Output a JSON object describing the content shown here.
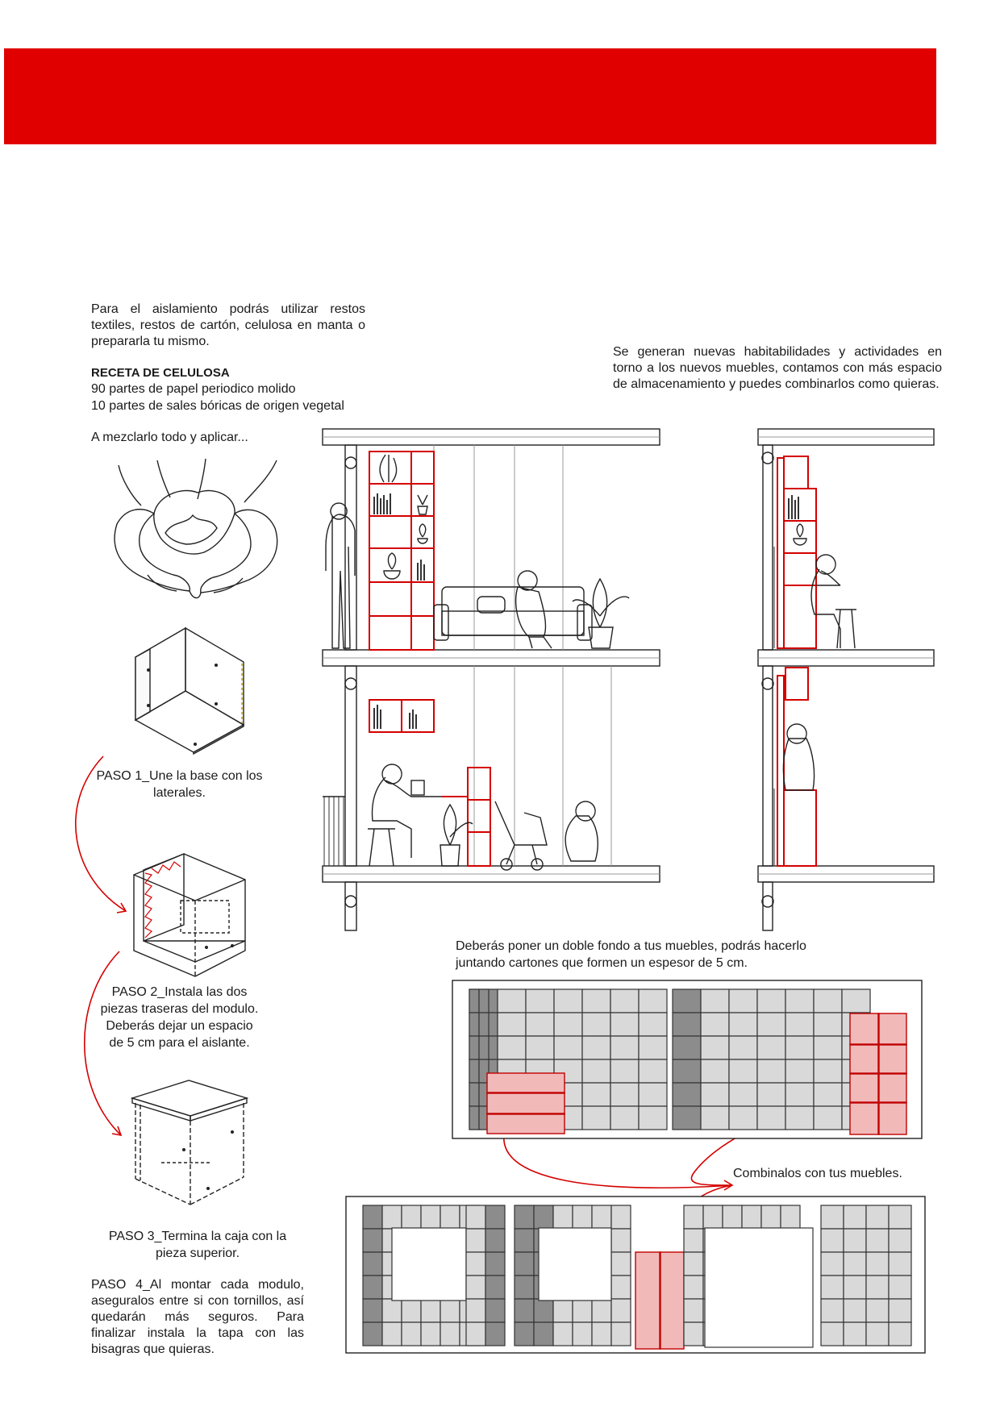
{
  "insulation": {
    "intro": "Para el aislamiento podrás utilizar restos textiles, restos de cartón, celulosa en manta o prepararla tu mismo.",
    "recipe_title": "RECETA DE CELULOSA",
    "recipe_line1": "90 partes de papel periodico molido",
    "recipe_line2": "10 partes de sales bóricas de origen vegetal",
    "mix": "A mezclarlo todo y aplicar..."
  },
  "habitability": {
    "text": "Se generan nuevas habitabilidades y actividades en torno a los nuevos muebles, contamos con más espacio de almacenamiento y puedes combinarlos como quieras."
  },
  "steps": {
    "step1_line1": "PASO 1_Une la base con los",
    "step1_line2": "laterales.",
    "step2_line1": "PASO 2_Instala las dos",
    "step2_line2": "piezas traseras del modulo.",
    "step2_line3": "Deberás dejar un espacio",
    "step2_line4": "de 5 cm para el aislante.",
    "step3_line1": "PASO 3_Termina la caja con la",
    "step3_line2": "pieza superior.",
    "step4": "PASO 4_Al montar cada modulo, aseguralos entre si con tornillos, así quedarán más seguros. Para finalizar instala la tapa con las bisagras que quieras."
  },
  "double_back": {
    "line1": "Deberás poner un doble fondo a tus muebles, podrás hacerlo",
    "line2": "juntando cartones que formen un espesor de 5 cm."
  },
  "combine": {
    "label": "Combinalos con tus muebles."
  },
  "colors": {
    "banner": "#e00000",
    "accent_red": "#d40000",
    "highlight_pink": "#f2b9b9"
  }
}
